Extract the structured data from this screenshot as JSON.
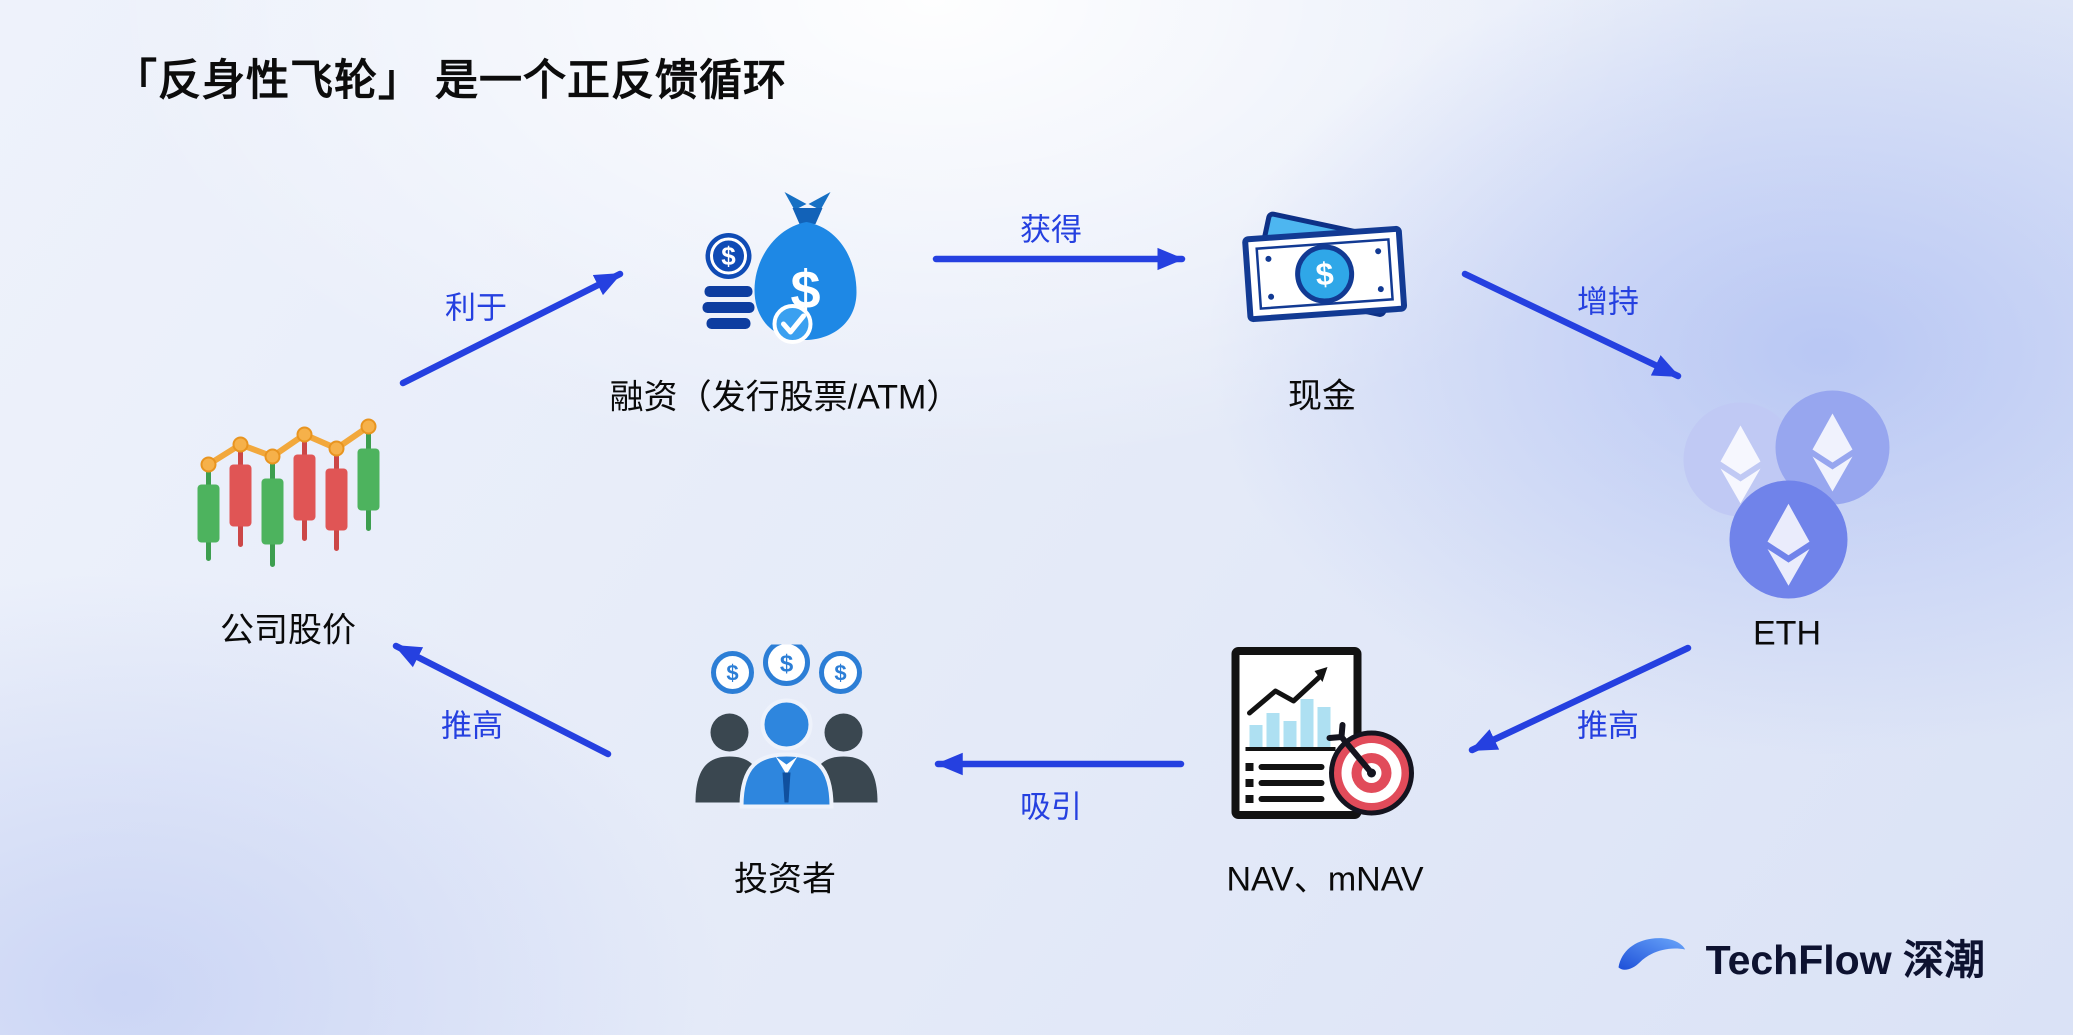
{
  "title": "「反身性飞轮」 是一个正反馈循环",
  "nodes": {
    "stock": {
      "label": "公司股价",
      "icon": "candlestick-chart-icon"
    },
    "financing": {
      "label": "融资（发行股票/ATM）",
      "icon": "money-bag-icon"
    },
    "cash": {
      "label": "现金",
      "icon": "banknote-icon"
    },
    "eth": {
      "label": "ETH",
      "icon": "ethereum-coins-icon"
    },
    "nav": {
      "label": "NAV、mNAV",
      "icon": "report-target-icon"
    },
    "investors": {
      "label": "投资者",
      "icon": "investors-group-icon"
    }
  },
  "edges": {
    "stock_to_financing": {
      "label": "利于"
    },
    "financing_to_cash": {
      "label": "获得"
    },
    "cash_to_eth": {
      "label": "增持"
    },
    "eth_to_nav": {
      "label": "推高"
    },
    "nav_to_investors": {
      "label": "吸引"
    },
    "investors_to_stock": {
      "label": "推高"
    }
  },
  "glyphs": {
    "dollar": "$"
  },
  "colors": {
    "arrow": "#2540e0",
    "edge_label": "#2540e0",
    "title_text": "#0c0c0c",
    "logo_text": "#0d1230"
  },
  "logo": {
    "text": "TechFlow 深潮",
    "icon": "techflow-swoosh-icon"
  }
}
